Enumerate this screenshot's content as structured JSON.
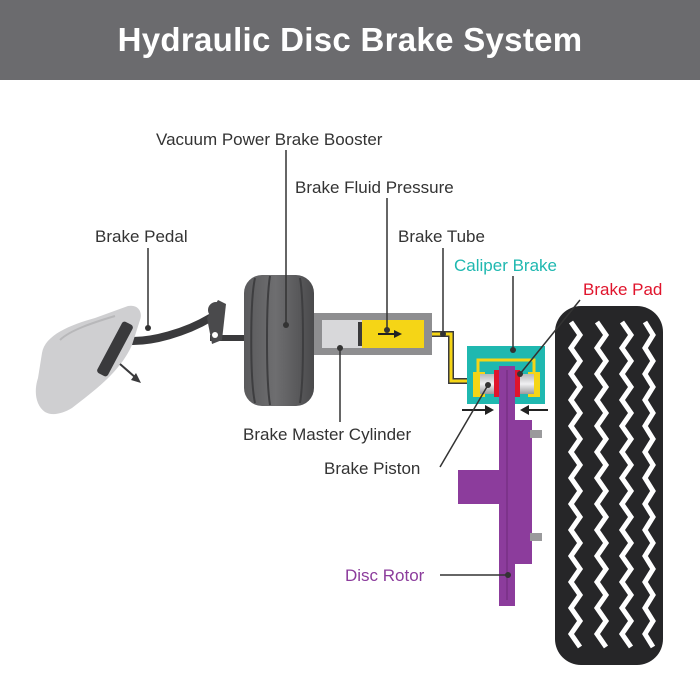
{
  "title": "Hydraulic Disc Brake System",
  "labels": {
    "booster": "Vacuum Power Brake Booster",
    "fluid_pressure": "Brake Fluid Pressure",
    "pedal": "Brake Pedal",
    "tube": "Brake Tube",
    "caliper": "Caliper Brake",
    "pad": "Brake Pad",
    "master_cylinder": "Brake Master Cylinder",
    "piston": "Brake Piston",
    "rotor": "Disc Rotor"
  },
  "colors": {
    "header_bg": "#6b6b6e",
    "caliper": "#1fb8b0",
    "pad": "#e0142c",
    "rotor": "#8c3c9c",
    "fluid": "#f5d516",
    "text": "#333333"
  }
}
